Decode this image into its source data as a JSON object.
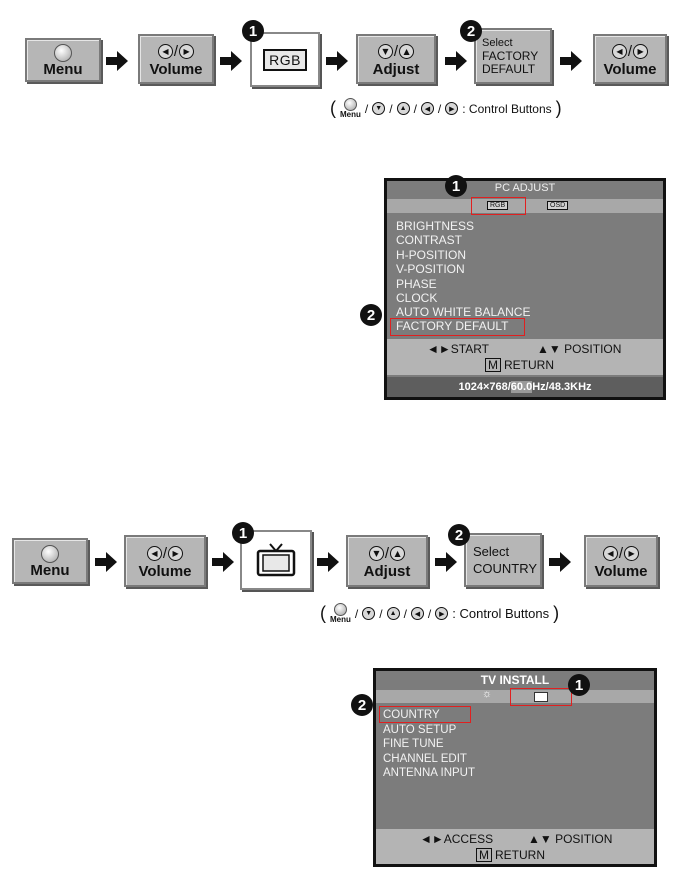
{
  "flow1": {
    "menu_label": "Menu",
    "volume_label": "Volume",
    "rgb_label": "RGB",
    "adjust_label": "Adjust",
    "select_line1": "Select",
    "select_line2": "FACTORY",
    "select_line3": "DEFAULT",
    "volume2_label": "Volume",
    "step1": "1",
    "step2": "2"
  },
  "legend1": {
    "menu_small": "Menu",
    "slash": "/",
    "text": ": Control Buttons"
  },
  "pc_osd": {
    "title": "PC  ADJUST",
    "tab_rgb": "RGB",
    "tab_osd": "OSD",
    "items": [
      "BRIGHTNESS",
      "CONTRAST",
      "H-POSITION",
      "V-POSITION",
      "PHASE",
      "CLOCK",
      "AUTO WHITE BALANCE",
      "FACTORY DEFAULT"
    ],
    "hint_start": "◄►START",
    "hint_position": "▲▼ POSITION",
    "m_key": "M",
    "return_label": "RETURN",
    "resolution": "1024×768/",
    "refresh": "60.0",
    "freq": "Hz/48.3KHz",
    "step1": "1",
    "step2": "2"
  },
  "flow2": {
    "menu_label": "Menu",
    "volume_label": "Volume",
    "adjust_label": "Adjust",
    "select_line1": "Select",
    "select_line2": "COUNTRY",
    "volume2_label": "Volume",
    "step1": "1",
    "step2": "2"
  },
  "legend2": {
    "menu_small": "Menu",
    "slash": "/",
    "text": ": Control Buttons"
  },
  "tv_osd": {
    "title": "TV  INSTALL",
    "items": [
      "COUNTRY",
      "AUTO SETUP",
      "FINE TUNE",
      "CHANNEL EDIT",
      "ANTENNA INPUT"
    ],
    "hint_access": "◄►ACCESS",
    "hint_position": "▲▼ POSITION",
    "m_key": "M",
    "return_label": "RETURN",
    "step1": "1",
    "step2": "2"
  },
  "colors": {
    "highlight": "#e02020",
    "osd_bg": "#7c7c7c",
    "button_bg": "#b6b6b6"
  }
}
